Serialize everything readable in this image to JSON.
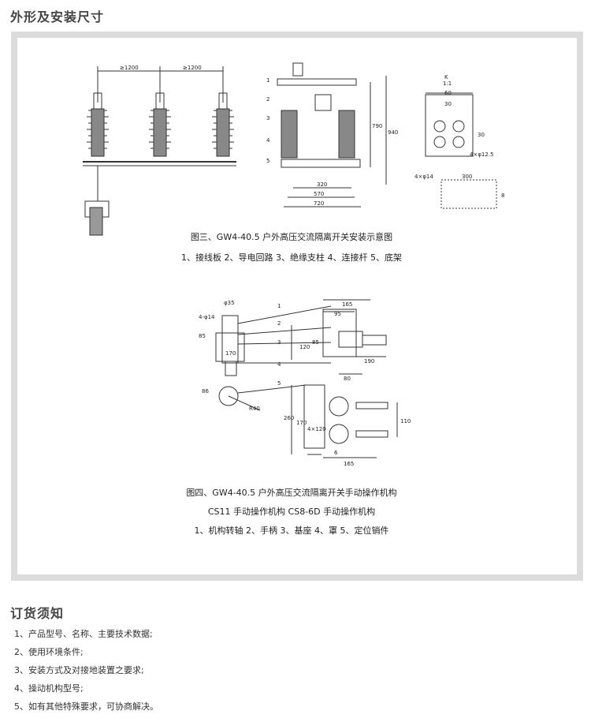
{
  "sections": {
    "dimensions_title": "外形及安装尺寸",
    "order_title": "订货须知"
  },
  "figure3": {
    "caption": "图三、GW4-40.5 户外高压交流隔离开关安装示意图",
    "legend": "1、接线板 2、导电回路 3、绝缘支柱 4、连接杆 5、底架",
    "labels": {
      "pitch1": "≥1200",
      "pitch2": "≥1200",
      "k_mark": "K",
      "k_scale": "1:1",
      "d60": "60",
      "d30": "30",
      "d30v": "30",
      "hole": "4×φ12.5",
      "d300": "300",
      "d4": "4×φ14",
      "d8": "8",
      "h790": "790",
      "h940": "940",
      "w320": "320",
      "w570": "570",
      "w720": "720",
      "n1": "1",
      "n2": "2",
      "n3": "3",
      "n4": "4",
      "n5": "5"
    }
  },
  "figure4": {
    "caption": "图四、GW4-40.5 户外高压交流隔离开关手动操作机构",
    "subcaption": "CS11 手动操作机构 CS8-6D 手动操作机构",
    "legend": "1、机构转轴 2、手柄 3、基座 4、罩 5、定位销件",
    "labels": {
      "phi35": "φ35",
      "hole14": "4-φ14",
      "d85": "85",
      "d170": "170",
      "d165a": "165",
      "d95": "95",
      "d120": "120",
      "d85b": "85",
      "d190": "190",
      "d80": "80",
      "d86": "86",
      "r40": "R40",
      "d260": "260",
      "d170v": "170",
      "d120v": "4×120",
      "d110": "110",
      "d6": "6",
      "d165b": "165",
      "n1": "1",
      "n2": "2",
      "n3": "3",
      "n4": "4",
      "n5": "5"
    }
  },
  "requirements": [
    "1、产品型号、名称、主要技术数据;",
    "2、使用环境条件;",
    "3、安装方式及对接地装置之要求;",
    "4、操动机构型号;",
    "5、如有其他特殊要求，可协商解决。"
  ]
}
